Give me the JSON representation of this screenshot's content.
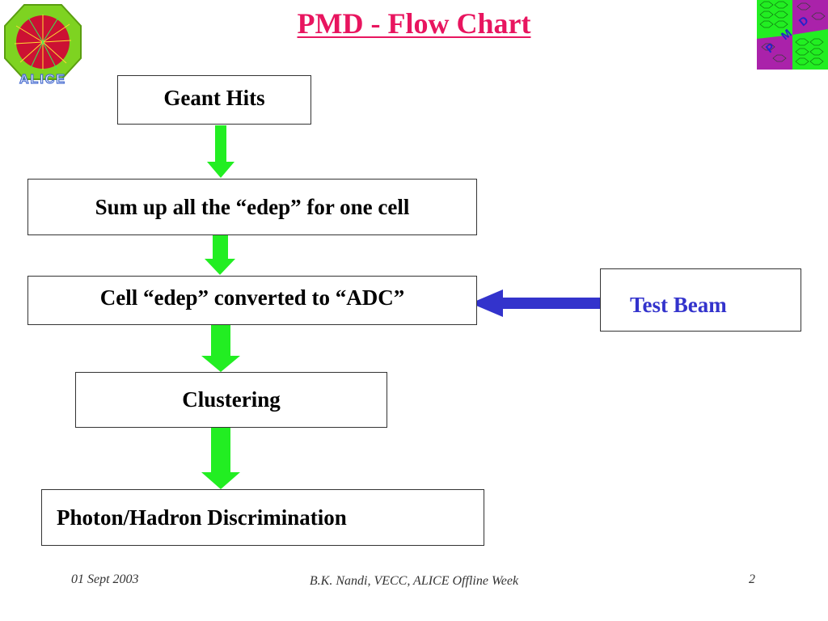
{
  "slide": {
    "title": "PMD - Flow Chart"
  },
  "logos": {
    "alice_label": "ALICE",
    "pmd_letters": [
      "P",
      "M",
      "D"
    ]
  },
  "nodes": {
    "geant": "Geant Hits",
    "sum": "Sum up all the “edep” for one cell",
    "convert": "Cell “edep” converted to “ADC”",
    "cluster": "Clustering",
    "discrim": "Photon/Hadron Discrimination",
    "testbeam": "Test Beam"
  },
  "colors": {
    "title": "#e8155f",
    "flow_arrow": "#22ee22",
    "side_arrow": "#3333cc"
  },
  "footer": {
    "date": "01 Sept 2003",
    "author": "B.K. Nandi, VECC, ALICE Offline Week",
    "page": "2"
  }
}
